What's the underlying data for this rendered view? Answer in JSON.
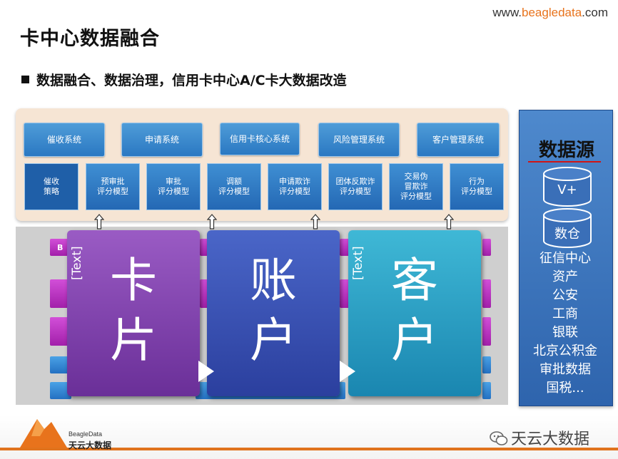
{
  "header": {
    "site_prefix": "www.",
    "site_brand": "beagledata",
    "site_suffix": ".com",
    "title": "卡中心数据融合",
    "bullet": "数据融合、数据治理，信用卡中心A/C卡大数据改造"
  },
  "systems": [
    {
      "label": "催收系统"
    },
    {
      "label": "申请系统"
    },
    {
      "label": "信用卡核心系统"
    },
    {
      "label": "风险管理系统"
    },
    {
      "label": "客户管理系统"
    }
  ],
  "models": [
    {
      "line1": "催收",
      "line2": "策略"
    },
    {
      "line1": "预审批",
      "line2": "评分模型"
    },
    {
      "line1": "审批",
      "line2": "评分模型"
    },
    {
      "line1": "调额",
      "line2": "评分模型"
    },
    {
      "line1": "申请欺诈",
      "line2": "评分模型"
    },
    {
      "line1": "团体反欺诈",
      "line2": "评分模型"
    },
    {
      "line1": "交易伪",
      "line2": "冒欺诈",
      "line3": "评分模型"
    },
    {
      "line1": "行为",
      "line2": "评分模型"
    }
  ],
  "cards": [
    {
      "placeholder": "[Text]",
      "char1": "卡",
      "char2": "片",
      "color_top": "#9a5bc4",
      "color_bottom": "#6a2f98"
    },
    {
      "placeholder": "",
      "char1": "账",
      "char2": "户",
      "color_top": "#4a66c8",
      "color_bottom": "#2b3f9e"
    },
    {
      "placeholder": "[Text]",
      "char1": "客",
      "char2": "户",
      "color_top": "#3fb8d6",
      "color_bottom": "#1a86b0"
    }
  ],
  "stripe_label": "B",
  "data_sources": {
    "title": "数据源",
    "cylinders": [
      "V+",
      "数仓"
    ],
    "items": [
      "征信中心",
      "资产",
      "公安",
      "工商",
      "银联",
      "北京公积金",
      "审批数据",
      "国税..."
    ]
  },
  "footer": {
    "logo_small": "BeagleData",
    "logo_name": "天云大数据",
    "wechat": "天云大数据"
  },
  "colors": {
    "accent": "#e0731d",
    "system_blue": "#2a78c2",
    "source_panel": "#3a72bb"
  }
}
